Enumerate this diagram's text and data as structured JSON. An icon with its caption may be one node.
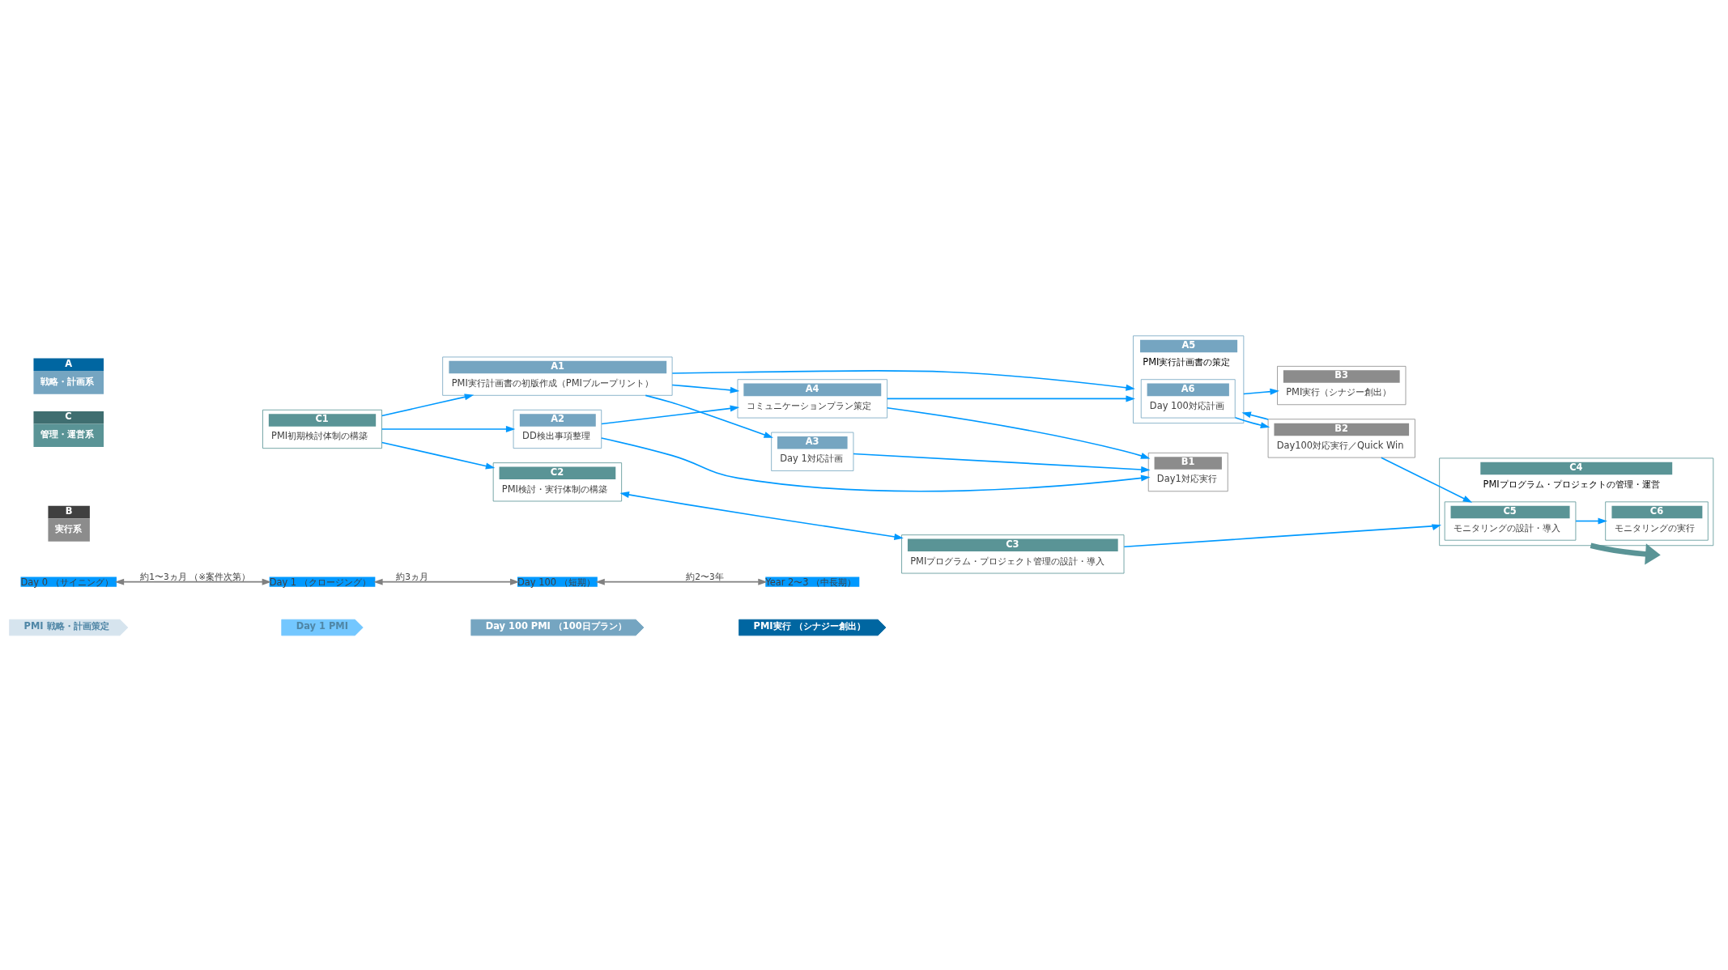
{
  "diagram": {
    "nodes": [
      {
        "text": [
          "Day 0 （サイニング）"
        ]
      },
      {
        "text": [
          "Day 1 （クロージング）"
        ]
      },
      {
        "text": [
          "Day 100 （短期）"
        ]
      },
      {
        "text": [
          "Year 2〜3 （中長期）"
        ]
      },
      {
        "text": [
          "PMI 戦略・計画策定"
        ]
      },
      {
        "text": [
          "Day 1 PMI"
        ]
      },
      {
        "text": [
          "Day 100 PMI （100日プラン）"
        ]
      },
      {
        "text": [
          "PMI実行 （シナジー創出）"
        ]
      },
      {
        "text": [
          "A",
          "戦略・計画系"
        ]
      },
      {
        "text": [
          "A1",
          "PMI実行計画書の初版作成（PMIブループリント）"
        ]
      },
      {
        "text": [
          "A3",
          "Day 1対応計画"
        ]
      },
      {
        "text": [
          "A4",
          "コミュニケーションプラン策定"
        ]
      },
      {
        "text": [
          "A2",
          "DD検出事項整理"
        ]
      },
      {
        "text": [
          "A5",
          "PMI実行計画書の策定"
        ]
      },
      {
        "text": [
          "A6",
          "Day 100対応計画"
        ],
        "in": 13
      },
      {
        "text": [
          "B",
          "実行系"
        ]
      },
      {
        "text": [
          "B1",
          "Day1対応実行"
        ]
      },
      {
        "text": [
          "B2",
          "Day100対応実行／Quick Win"
        ]
      },
      {
        "text": [
          "B3",
          "PMI実行（シナジー創出）"
        ]
      },
      {
        "text": [
          "C",
          "管理・運営系"
        ]
      },
      {
        "text": [
          "C1",
          "PMI初期検討体制の構築"
        ]
      },
      {
        "text": [
          "C2",
          "PMI検討・実行体制の構築"
        ]
      },
      {
        "text": [
          "C3",
          "PMIプログラム・プロジェクト管理の設計・導入"
        ]
      },
      {
        "text": [
          "C4",
          "PMIプログラム・プロジェクトの管理・運営"
        ]
      },
      {
        "text": [
          "C5",
          "モニタリングの設計・導入"
        ],
        "in": 23
      },
      {
        "text": [
          "C6",
          "モニタリングの実行"
        ],
        "in": 23
      }
    ],
    "edges": [
      {
        "from": 0,
        "to": 1,
        "arrow": "both",
        "label": "約1〜3ヵ月 （※案件次第）",
        "color": "#808080"
      },
      {
        "from": 1,
        "to": 2,
        "arrow": "both",
        "label": "約3ヵ月",
        "color": "#808080"
      },
      {
        "from": 2,
        "to": 3,
        "arrow": "both",
        "label": "約2〜3年",
        "color": "#808080"
      },
      {
        "from": 20,
        "to": 9,
        "arrow": "to"
      },
      {
        "from": 20,
        "to": 12,
        "arrow": "to"
      },
      {
        "from": 9,
        "to": 10,
        "arrow": "to"
      },
      {
        "from": 9,
        "to": 11,
        "arrow": "to"
      },
      {
        "from": 12,
        "to": 11,
        "arrow": "to"
      },
      {
        "from": 12,
        "to": 16,
        "arrow": "to"
      },
      {
        "from": 10,
        "to": 16,
        "arrow": "to"
      },
      {
        "from": 11,
        "to": 16,
        "arrow": "to"
      },
      {
        "from": 11,
        "to": 13,
        "arrow": "to"
      },
      {
        "from": 9,
        "to": 13,
        "arrow": "to"
      },
      {
        "from": 14,
        "to": 17,
        "arrow": "to"
      },
      {
        "from": 17,
        "to": 13,
        "arrow": "to"
      },
      {
        "from": 13,
        "to": 18,
        "arrow": "to"
      },
      {
        "from": 20,
        "to": 21,
        "arrow": "to"
      },
      {
        "from": 21,
        "to": 22,
        "arrow": "both"
      },
      {
        "from": 22,
        "to": 23,
        "arrow": "to"
      },
      {
        "from": 17,
        "to": 24,
        "arrow": "to"
      },
      {
        "from": 24,
        "to": 25,
        "arrow": "to"
      },
      {
        "from": 23,
        "to": null,
        "arrow": "to",
        "style": "thick",
        "color": "#5a9496"
      }
    ]
  }
}
